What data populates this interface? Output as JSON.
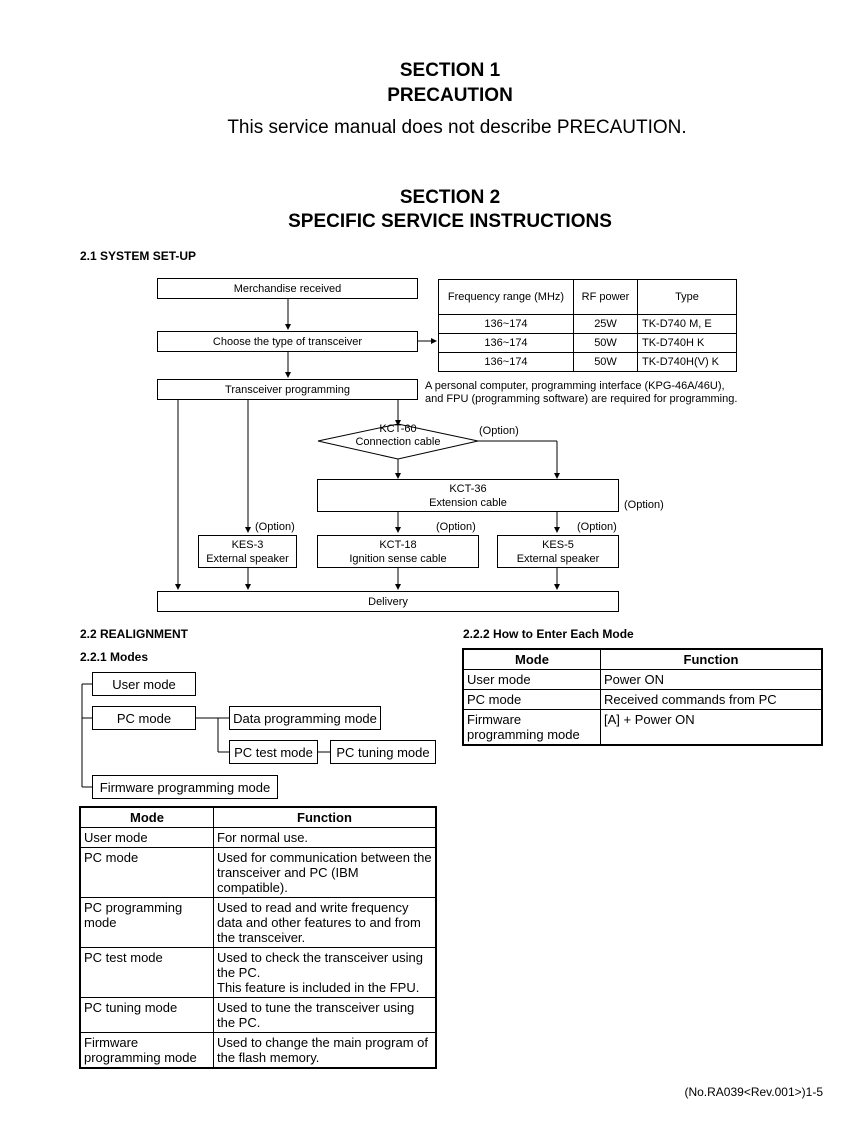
{
  "section1": {
    "title": "SECTION 1",
    "subtitle": "PRECAUTION",
    "text": "This service manual does not describe PRECAUTION."
  },
  "section2": {
    "title": "SECTION 2",
    "subtitle": "SPECIFIC SERVICE INSTRUCTIONS"
  },
  "setup": {
    "heading": "2.1 SYSTEM SET-UP",
    "merchandise": "Merchandise received",
    "choose": "Choose the type of transceiver",
    "programming": "Transceiver programming",
    "note_line1": "A personal computer, programming interface (KPG-46A/46U),",
    "note_line2": "and FPU (programming software) are required for programming.",
    "kct60_line1": "KCT-60",
    "kct60_line2": "Connection cable",
    "kct36_line1": "KCT-36",
    "kct36_line2": "Extension cable",
    "kes3_line1": "KES-3",
    "kes3_line2": "External speaker",
    "kct18_line1": "KCT-18",
    "kct18_line2": "Ignition sense cable",
    "kes5_line1": "KES-5",
    "kes5_line2": "External speaker",
    "option": "(Option)",
    "delivery": "Delivery"
  },
  "freq_table": {
    "headers": [
      "Frequency range (MHz)",
      "RF power",
      "Type"
    ],
    "rows": [
      [
        "136~174",
        "25W",
        "TK-D740  M, E"
      ],
      [
        "136~174",
        "50W",
        "TK-D740H  K"
      ],
      [
        "136~174",
        "50W",
        "TK-D740H(V)  K"
      ]
    ]
  },
  "realign": {
    "heading": "2.2 REALIGNMENT",
    "modes_heading": "2.2.1 Modes",
    "enter_heading": "2.2.2 How to Enter Each Mode",
    "tree": {
      "user": "User mode",
      "pc": "PC mode",
      "data": "Data programming mode",
      "pctest": "PC test mode",
      "pctuning": "PC tuning mode",
      "firmware": "Firmware programming mode"
    }
  },
  "mode_table": {
    "headers": [
      "Mode",
      "Function"
    ],
    "rows": [
      [
        "User mode",
        "For normal use."
      ],
      [
        "PC mode",
        "Used for communication between the transceiver and PC (IBM compatible)."
      ],
      [
        "PC programming mode",
        "Used to read and write frequency data and other features to and from the transceiver."
      ],
      [
        "PC test mode",
        "Used to check the transceiver using the PC.\nThis feature is included in the FPU."
      ],
      [
        "PC tuning mode",
        "Used to tune the transceiver using the PC."
      ],
      [
        "Firmware programming mode",
        "Used to change the main program of the flash memory."
      ]
    ]
  },
  "enter_table": {
    "headers": [
      "Mode",
      "Function"
    ],
    "rows": [
      [
        "User mode",
        "Power ON"
      ],
      [
        "PC mode",
        "Received commands from PC"
      ],
      [
        "Firmware programming mode",
        "[A] + Power ON"
      ]
    ]
  },
  "footer": "(No.RA039<Rev.001>)1-5"
}
